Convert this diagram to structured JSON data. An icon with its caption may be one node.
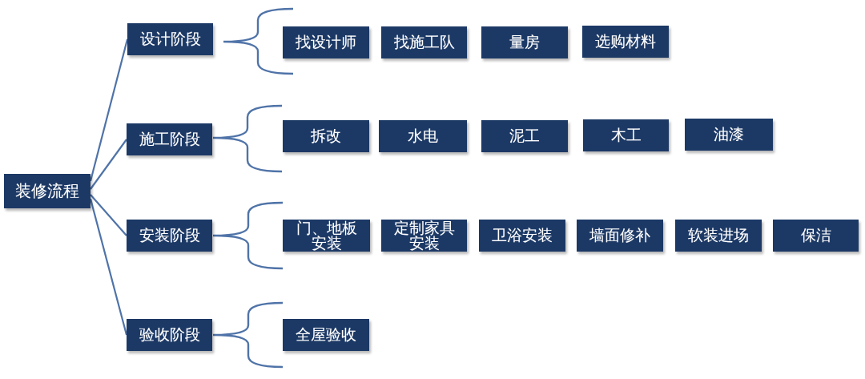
{
  "diagram": {
    "nodes": [
      {
        "text": [
          "装修流程"
        ]
      },
      {
        "text": [
          "设计阶段"
        ]
      },
      {
        "text": [
          "找设计师"
        ]
      },
      {
        "text": [
          "找施工队"
        ]
      },
      {
        "text": [
          "量房"
        ]
      },
      {
        "text": [
          "选购材料"
        ]
      },
      {
        "text": [
          "施工阶段"
        ]
      },
      {
        "text": [
          "拆改"
        ]
      },
      {
        "text": [
          "水电"
        ]
      },
      {
        "text": [
          "泥工"
        ]
      },
      {
        "text": [
          "木工"
        ]
      },
      {
        "text": [
          "油漆"
        ]
      },
      {
        "text": [
          "安装阶段"
        ]
      },
      {
        "text": [
          "门、地板安装"
        ]
      },
      {
        "text": [
          "定制家具安装"
        ]
      },
      {
        "text": [
          "卫浴安装"
        ]
      },
      {
        "text": [
          "墙面修补"
        ]
      },
      {
        "text": [
          "软装进场"
        ]
      },
      {
        "text": [
          "保洁"
        ]
      },
      {
        "text": [
          "验收阶段"
        ]
      },
      {
        "text": [
          "全屋验收"
        ]
      }
    ],
    "edges": [
      {
        "from": 0,
        "to": 1,
        "arrow": "none"
      },
      {
        "from": 0,
        "to": 6,
        "arrow": "none"
      },
      {
        "from": 0,
        "to": 12,
        "arrow": "none"
      },
      {
        "from": 0,
        "to": 19,
        "arrow": "none"
      }
    ]
  }
}
